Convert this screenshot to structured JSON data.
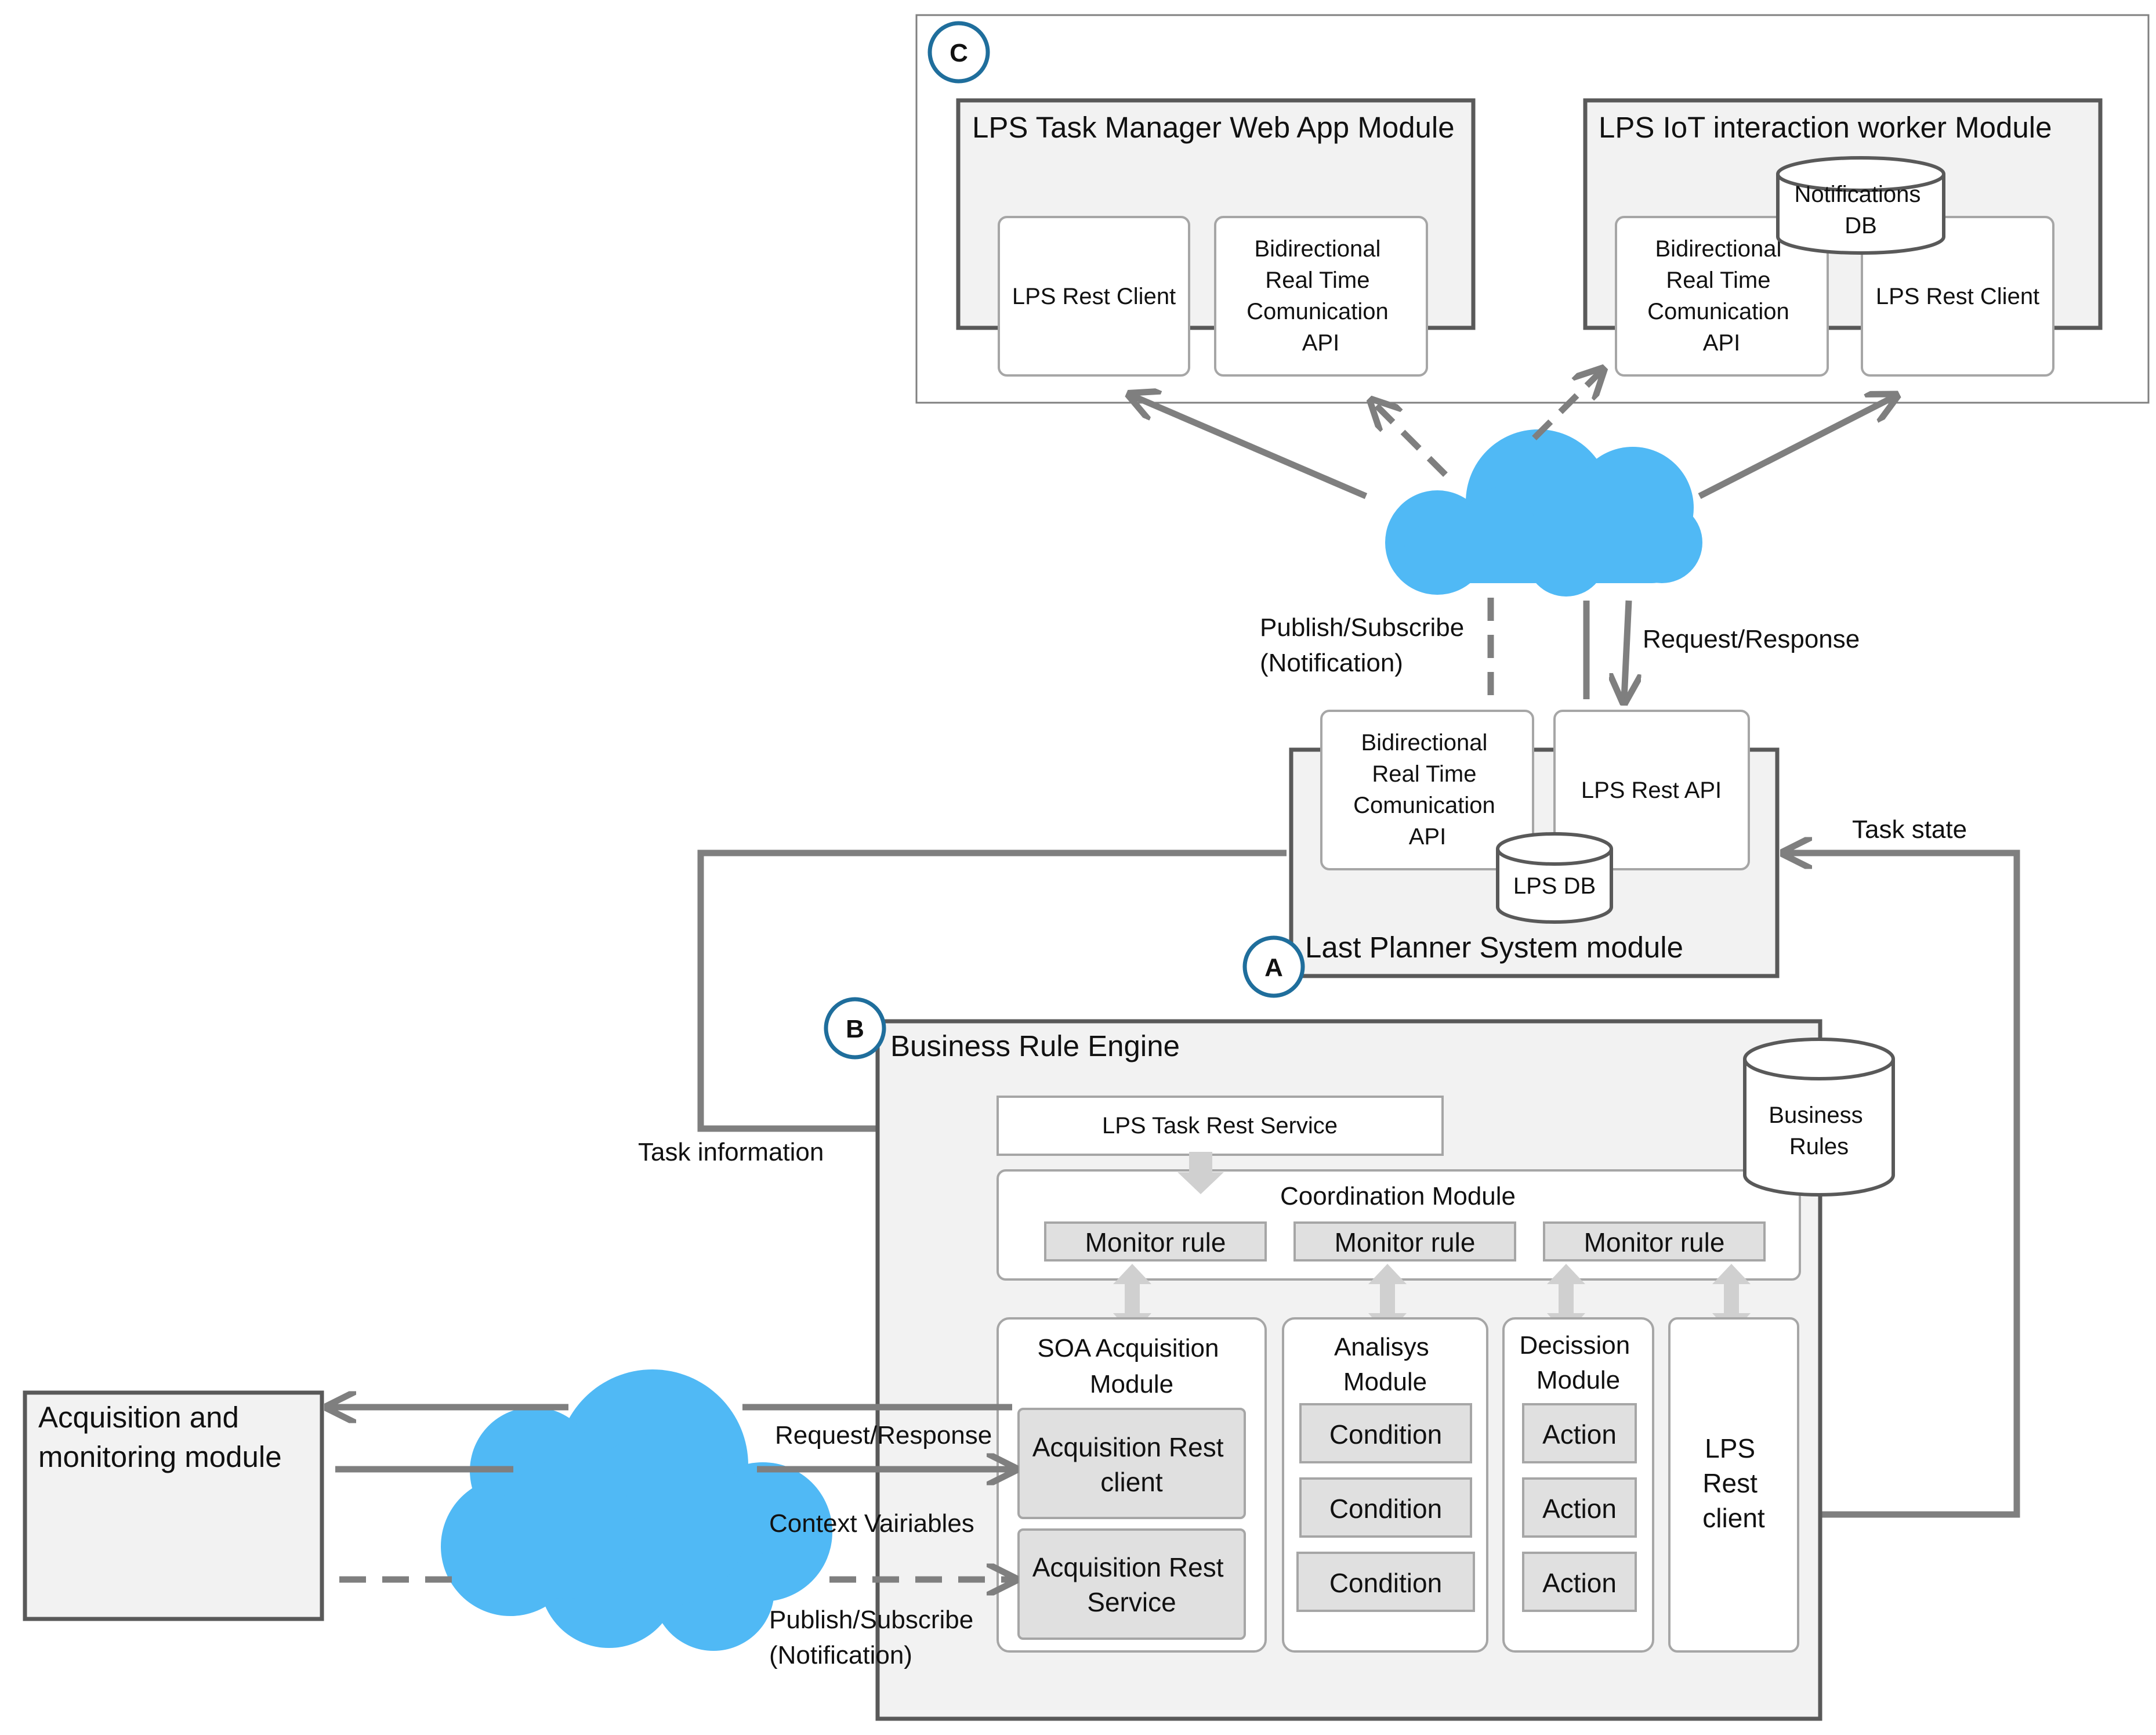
{
  "badges": {
    "a": "A",
    "b": "B",
    "c": "C"
  },
  "section_c": {
    "task_manager": {
      "title": "LPS Task Manager Web App Module",
      "rest_client": "LPS Rest Client",
      "bidirectional_api": [
        "Bidirectional",
        "Real Time",
        "Comunication",
        "API"
      ]
    },
    "iot_worker": {
      "title": "LPS IoT interaction worker Module",
      "notifications_db": [
        "Notifications",
        "DB"
      ],
      "bidirectional_api": [
        "Bidirectional",
        "Real Time",
        "Comunication",
        "API"
      ],
      "rest_client": "LPS Rest Client"
    }
  },
  "section_a": {
    "title": "Last Planner System module",
    "bidirectional_api": [
      "Bidirectional",
      "Real Time",
      "Comunication",
      "API"
    ],
    "rest_api": "LPS Rest API",
    "db": "LPS DB"
  },
  "section_b": {
    "title": "Business Rule Engine",
    "task_rest_service": "LPS Task Rest Service",
    "business_rules": [
      "Business",
      "Rules"
    ],
    "coordination_module": "Coordination Module",
    "monitor_rules": [
      "Monitor rule",
      "Monitor rule",
      "Monitor rule"
    ],
    "soa_module": {
      "title": [
        "SOA Acquisition",
        "Module"
      ],
      "rest_client": [
        "Acquisition Rest",
        "client"
      ],
      "rest_service": [
        "Acquisition Rest",
        "Service"
      ]
    },
    "analysis_module": {
      "title": [
        "Analisys",
        "Module"
      ],
      "conditions": [
        "Condition",
        "Condition",
        "Condition"
      ]
    },
    "decision_module": {
      "title": [
        "Decission",
        "Module"
      ],
      "actions": [
        "Action",
        "Action",
        "Action"
      ]
    },
    "lps_rest_client": [
      "LPS",
      "Rest",
      "client"
    ]
  },
  "acquisition_module": [
    "Acquisition and",
    "monitoring module"
  ],
  "labels": {
    "pubsub_top": [
      "Publish/Subscribe",
      "(Notification)"
    ],
    "request_response_top": "Request/Response",
    "task_state": "Task state",
    "task_information": "Task information",
    "request_response_bottom": "Request/Response",
    "context_variables": "Context Vairiables",
    "pubsub_bottom": [
      "Publish/Subscribe",
      "(Notification)"
    ]
  },
  "colors": {
    "cloud": "#50B9F5",
    "arrow": "#7F7F7F",
    "badge_ring": "#1F6E9C",
    "panel_fill": "#F2F2F2",
    "inner_fill": "#E0E0E0",
    "light_arrow": "#D0D0D0"
  }
}
